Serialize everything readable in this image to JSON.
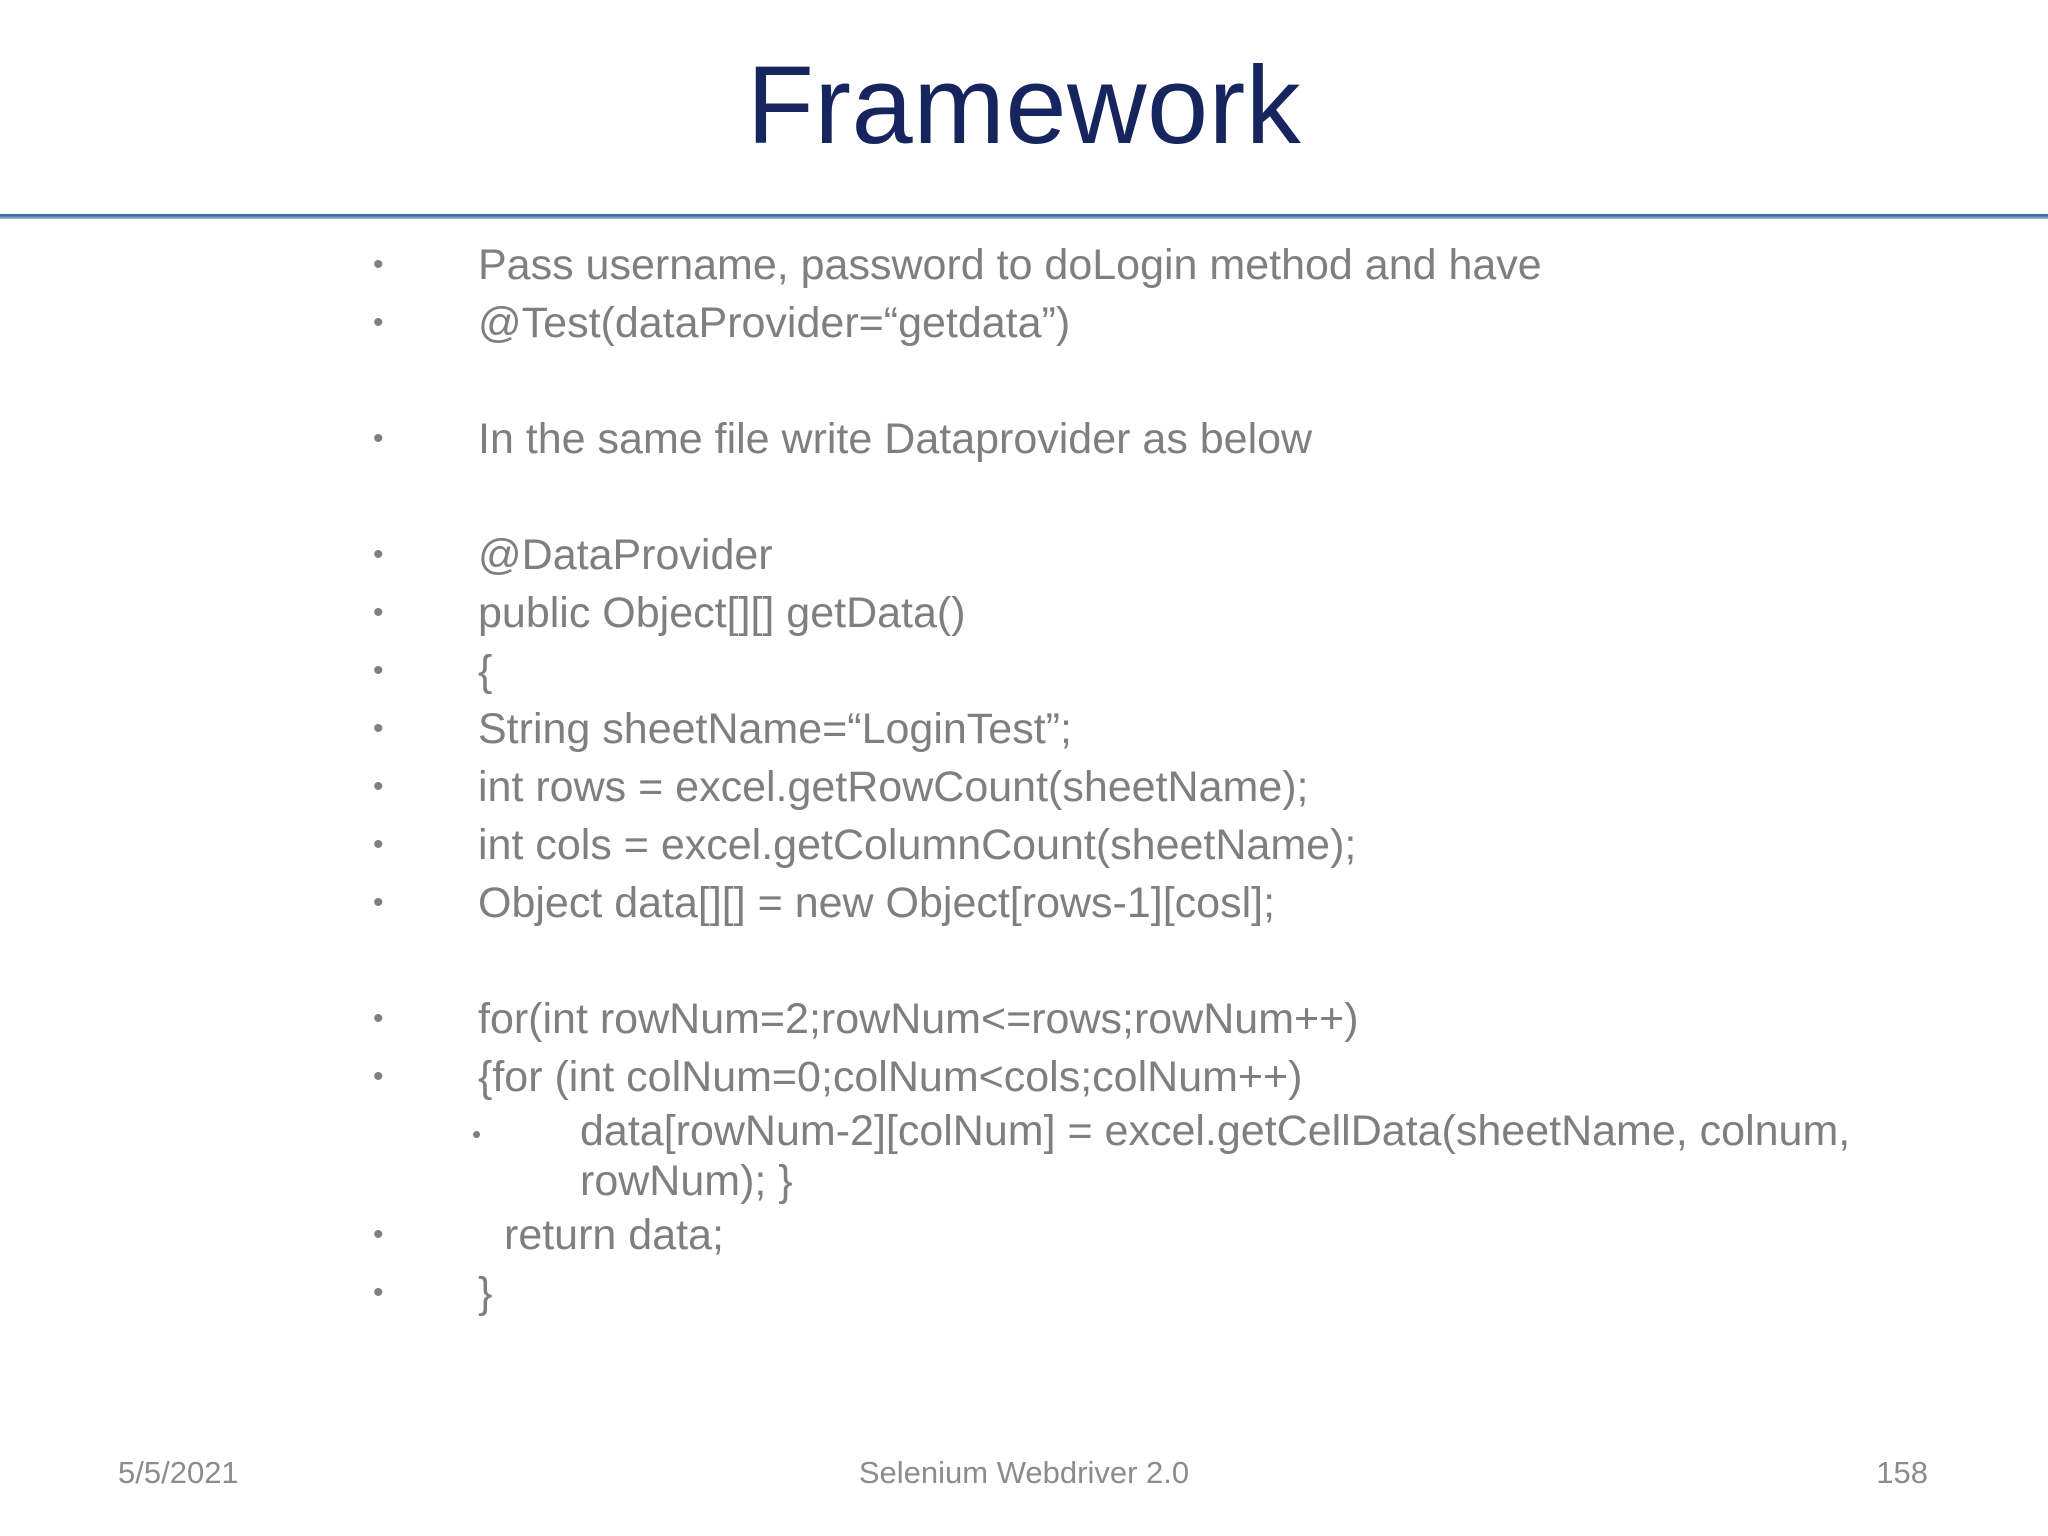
{
  "slide": {
    "title": "Framework",
    "title_color": "#17255E",
    "divider_color": "#4A77B4",
    "body_text_color": "#7F7F7F",
    "background_color": "#FFFFFF",
    "bullet_glyph": "•"
  },
  "body": {
    "bullets": [
      {
        "level": 1,
        "text": "Pass username, password to doLogin method and have"
      },
      {
        "level": 1,
        "text": "@Test(dataProvider=“getdata”)"
      },
      {
        "level": 1,
        "text": "",
        "blank": true
      },
      {
        "level": 1,
        "text": "In the same file write Dataprovider as below"
      },
      {
        "level": 1,
        "text": "",
        "blank": true
      },
      {
        "level": 1,
        "text": "@DataProvider"
      },
      {
        "level": 1,
        "text": "public Object[][] getData()"
      },
      {
        "level": 1,
        "text": "{"
      },
      {
        "level": 1,
        "text": "String sheetName=“LoginTest”;"
      },
      {
        "level": 1,
        "text": "int rows = excel.getRowCount(sheetName);"
      },
      {
        "level": 1,
        "text": "int cols = excel.getColumnCount(sheetName);"
      },
      {
        "level": 1,
        "text": "Object data[][] = new Object[rows-1][cosl];"
      },
      {
        "level": 1,
        "text": "",
        "blank": true
      },
      {
        "level": 1,
        "text": "for(int rowNum=2;rowNum<=rows;rowNum++)"
      },
      {
        "level": 1,
        "text": "{for (int colNum=0;colNum<cols;colNum++)"
      },
      {
        "level": 2,
        "text": "data[rowNum-2][colNum] = excel.getCellData(sheetName, colnum, rowNum); }"
      },
      {
        "level": 1,
        "text": "return data;",
        "small_indent": true
      },
      {
        "level": 1,
        "text": "}"
      }
    ]
  },
  "footer": {
    "date": "5/5/2021",
    "center": "Selenium Webdriver 2.0",
    "page_number": "158"
  }
}
